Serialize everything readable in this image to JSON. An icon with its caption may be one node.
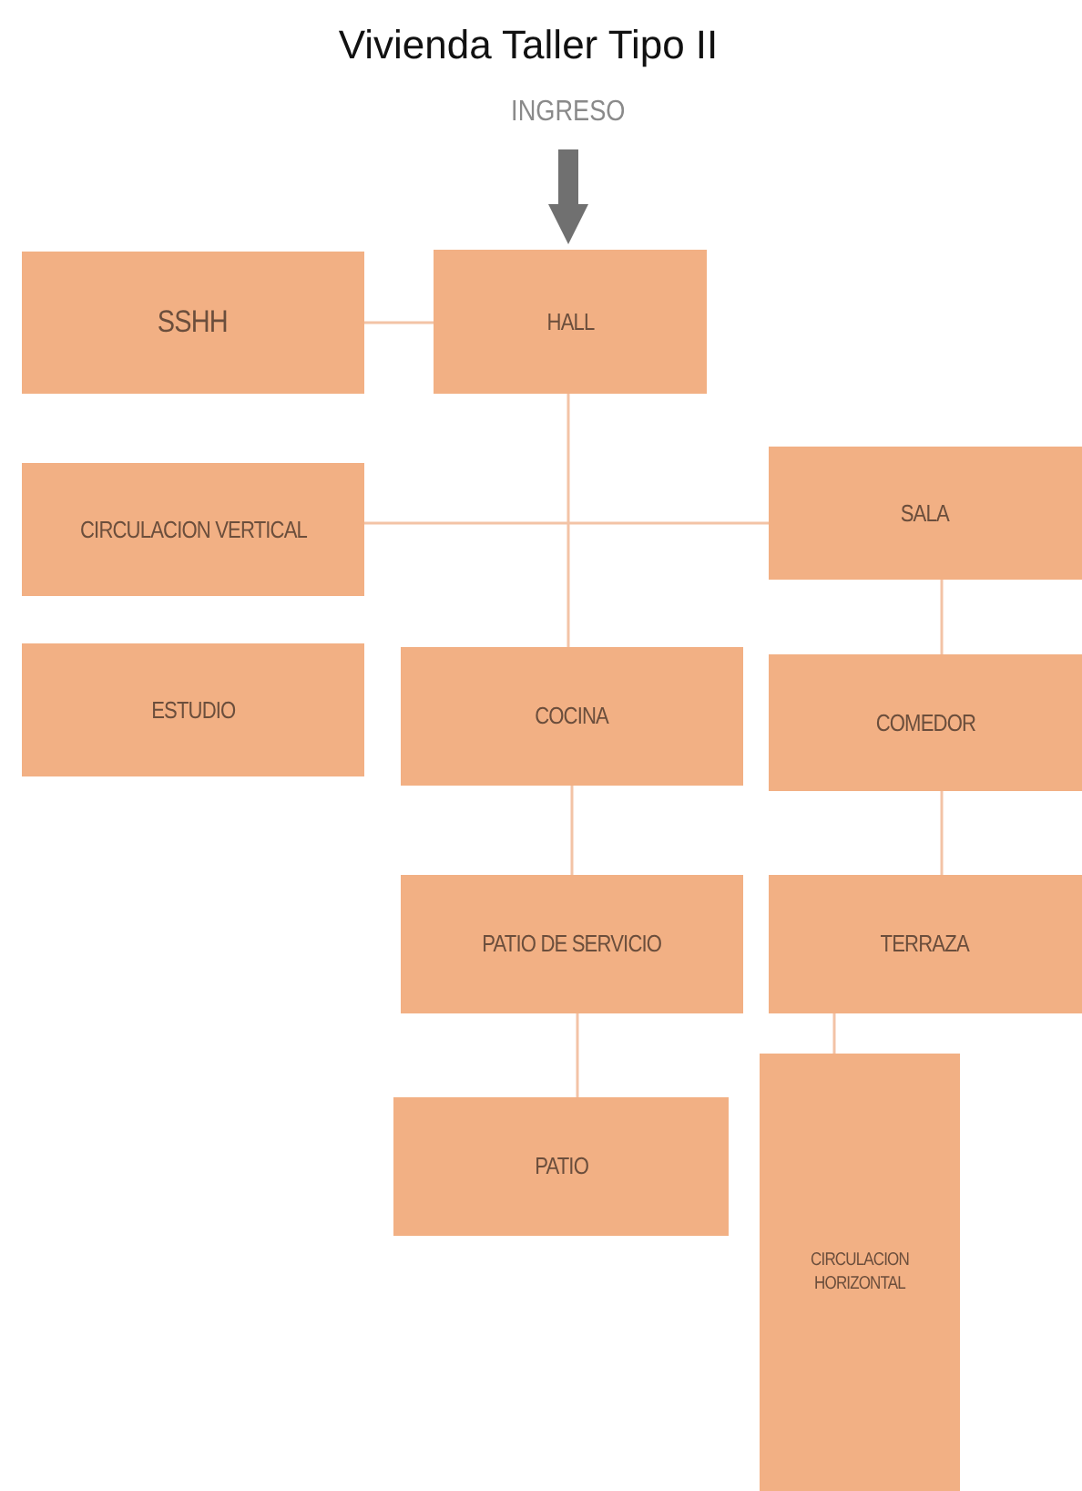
{
  "diagram": {
    "title": "Vivienda Taller Tipo II",
    "nodes": [
      {
        "text": [
          "INGRESO"
        ]
      },
      {
        "text": [
          "SSHH"
        ]
      },
      {
        "text": [
          "HALL"
        ]
      },
      {
        "text": [
          "CIRCULACION VERTICAL"
        ]
      },
      {
        "text": [
          "SALA"
        ]
      },
      {
        "text": [
          "ESTUDIO"
        ]
      },
      {
        "text": [
          "COCINA"
        ]
      },
      {
        "text": [
          "COMEDOR"
        ]
      },
      {
        "text": [
          "PATIO DE SERVICIO"
        ]
      },
      {
        "text": [
          "TERRAZA"
        ]
      },
      {
        "text": [
          "PATIO"
        ]
      },
      {
        "text": [
          "CIRCULACION HORIZONTAL"
        ]
      }
    ],
    "edges": [
      {
        "from": 0,
        "to": 2,
        "arrow": "to",
        "style": "thick",
        "color": "#707070"
      },
      {
        "from": 1,
        "to": 2,
        "arrow": "none"
      },
      {
        "from": 2,
        "to": 6,
        "arrow": "none"
      },
      {
        "from": 3,
        "to": 4,
        "arrow": "none"
      },
      {
        "from": 4,
        "to": 7,
        "arrow": "none"
      },
      {
        "from": 6,
        "to": 8,
        "arrow": "none"
      },
      {
        "from": 7,
        "to": 9,
        "arrow": "none"
      },
      {
        "from": 8,
        "to": 10,
        "arrow": "none"
      },
      {
        "from": 9,
        "to": 11,
        "arrow": "none"
      }
    ]
  }
}
